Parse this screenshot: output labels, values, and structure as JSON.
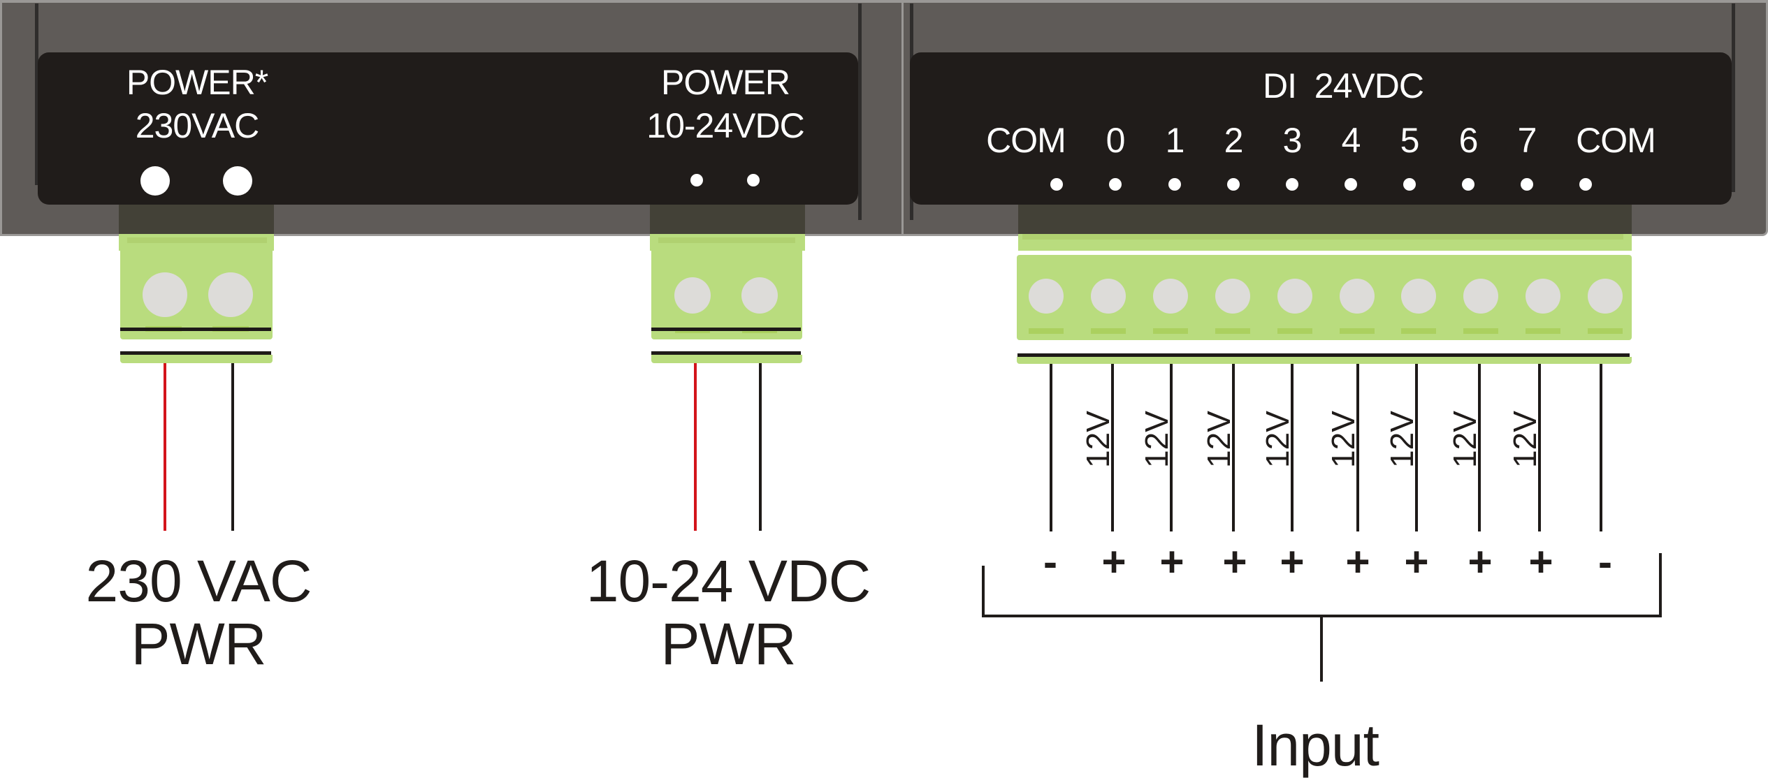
{
  "colors": {
    "housing": "#5f5b58",
    "panel": "#201c1a",
    "terminal_green": "#b9dc7e",
    "screw": "#dddcd9",
    "wire_positive": "#d3141b",
    "wire_negative": "#1e1a18"
  },
  "ac_power": {
    "panel_label_line1": "POWER*",
    "panel_label_line2": "230VAC",
    "terminals": 2,
    "wires": [
      "red",
      "black"
    ],
    "caption_line1": "230 VAC",
    "caption_line2": "PWR"
  },
  "dc_power": {
    "panel_label_line1": "POWER",
    "panel_label_line2": "10-24VDC",
    "terminals": 2,
    "wires": [
      "red",
      "black"
    ],
    "caption_line1": "10-24 VDC",
    "caption_line2": "PWR"
  },
  "digital_input": {
    "panel_title": "DI  24VDC",
    "pins": [
      {
        "label": "COM",
        "polarity": "-",
        "voltage": ""
      },
      {
        "label": "0",
        "polarity": "+",
        "voltage": "12V"
      },
      {
        "label": "1",
        "polarity": "+",
        "voltage": "12V"
      },
      {
        "label": "2",
        "polarity": "+",
        "voltage": "12V"
      },
      {
        "label": "3",
        "polarity": "+",
        "voltage": "12V"
      },
      {
        "label": "4",
        "polarity": "+",
        "voltage": "12V"
      },
      {
        "label": "5",
        "polarity": "+",
        "voltage": "12V"
      },
      {
        "label": "6",
        "polarity": "+",
        "voltage": "12V"
      },
      {
        "label": "7",
        "polarity": "+",
        "voltage": "12V"
      },
      {
        "label": "COM",
        "polarity": "-",
        "voltage": ""
      }
    ],
    "group_caption": "Input"
  }
}
